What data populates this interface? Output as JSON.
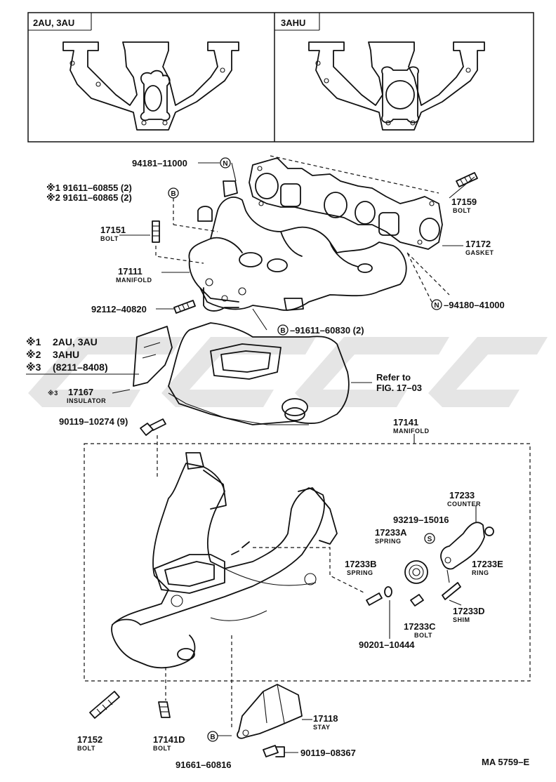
{
  "insets": {
    "left_title": "2AU, 3AU",
    "right_title": "3AHU"
  },
  "legend": {
    "row1_mark": "※1",
    "row1_text": "2AU, 3AU",
    "row2_mark": "※2",
    "row2_text": "3AHU",
    "row3_mark": "※3",
    "row3_text": "(8211–8408)"
  },
  "symbols": {
    "n": "N",
    "b": "B",
    "s": "S"
  },
  "parts": {
    "p94181": "94181–11000",
    "p91611_a": "※1 91611–60855 (2)",
    "p91611_b": "※2 91611–60865 (2)",
    "p17151": "17151",
    "p17151_name": "BOLT",
    "p17111": "17111",
    "p17111_name": "MANIFOLD",
    "p92112": "92112–40820",
    "p17159": "17159",
    "p17159_name": "BOLT",
    "p17172": "17172",
    "p17172_name": "GASKET",
    "p94180": "–94180–41000",
    "p91611_c": "–91611–60830 (2)",
    "p17167_mark": "※3",
    "p17167": "17167",
    "p17167_name": "INSULATOR",
    "refer_1": "Refer to",
    "refer_2": "FIG. 17–03",
    "p90119a": "90119–10274 (9)",
    "p17141": "17141",
    "p17141_name": "MANIFOLD",
    "p17233": "17233",
    "p17233_name": "COUNTER",
    "p93219": "93219–15016",
    "p17233A": "17233A",
    "p17233A_name": "SPRING",
    "p17233B": "17233B",
    "p17233B_name": "SPRING",
    "p17233E": "17233E",
    "p17233E_name": "RING",
    "p17233D": "17233D",
    "p17233D_name": "SHIM",
    "p17233C": "17233C",
    "p17233C_name": "BOLT",
    "p90201": "90201–10444",
    "p17152": "17152",
    "p17152_name": "BOLT",
    "p17141D": "17141D",
    "p17141D_name": "BOLT",
    "p17118": "17118",
    "p17118_name": "STAY",
    "p90119b": "90119–08367",
    "p91661": "91661–60816"
  },
  "footer": {
    "code": "MA 5759–E"
  },
  "colors": {
    "line": "#111111",
    "watermark": "#cfcfcf",
    "background": "#ffffff"
  }
}
